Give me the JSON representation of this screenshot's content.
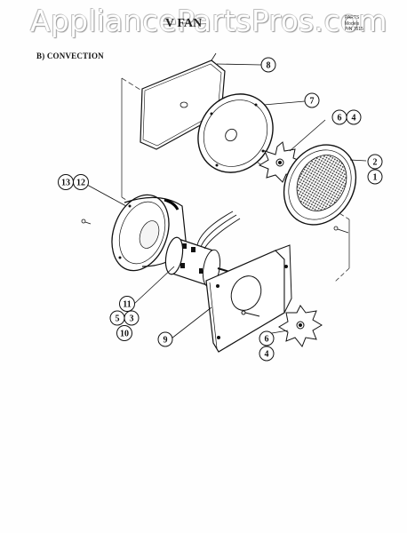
{
  "watermark": "AppliancePartsPros.com",
  "header": {
    "title_fragment": "V  FAN",
    "notes": [
      "PARTS",
      "Models",
      "P/N 7515"
    ]
  },
  "section_label": "B) CONVECTION",
  "callouts": {
    "c8": "8",
    "c7": "7",
    "c6a": "6",
    "c4a": "4",
    "c2": "2",
    "c1": "1",
    "c13": "13",
    "c12": "12",
    "c11": "11",
    "c5": "5",
    "c3": "3",
    "c10": "10",
    "c9": "9",
    "c6b": "6",
    "c4b": "4"
  }
}
